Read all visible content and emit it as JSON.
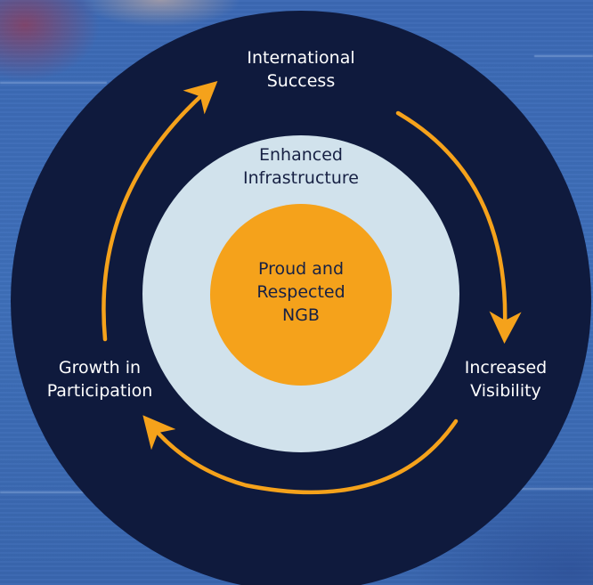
{
  "diagram": {
    "outer_ring": {
      "top": {
        "line1": "International",
        "line2": "Success"
      },
      "right": {
        "line1": "Increased",
        "line2": "Visibility"
      },
      "left": {
        "line1": "Growth in",
        "line2": "Participation"
      }
    },
    "middle_ring": {
      "line1": "Enhanced",
      "line2": "Infrastructure"
    },
    "center": {
      "line1": "Proud and",
      "line2": "Respected",
      "line3": "NGB"
    }
  },
  "colors": {
    "outer_circle": "#0f1a3d",
    "middle_circle": "#d1e2ec",
    "center_circle": "#f5a21b",
    "arrows": "#f5a21b",
    "background": "#3e6db6"
  }
}
